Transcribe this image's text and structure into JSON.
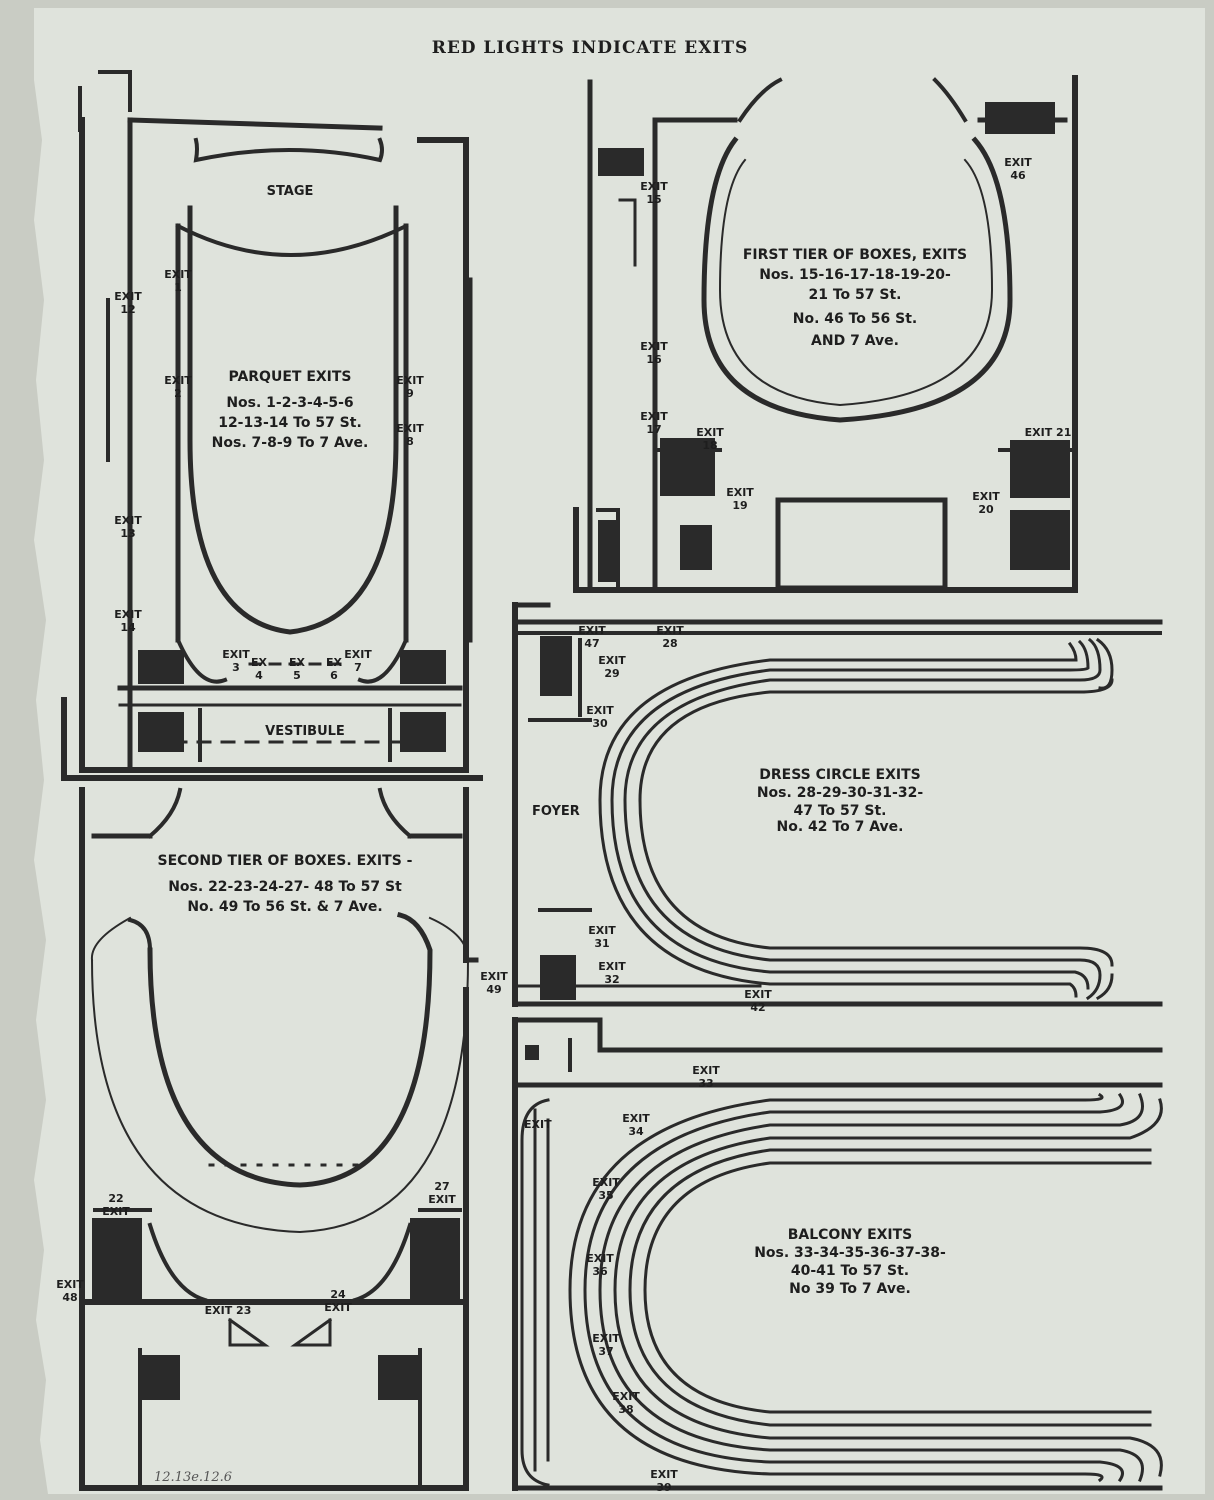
{
  "title": "RED LIGHTS INDICATE EXITS",
  "archive_note": "12.13e.12.6",
  "colors": {
    "paper": "#dfe3dc",
    "ink": "#2a2a2a",
    "background": "#c9ccc4"
  },
  "parquet": {
    "stage": "STAGE",
    "vestibule": "VESTIBULE",
    "heading": "PARQUET EXITS",
    "lines": [
      "Nos. 1-2-3-4-5-6",
      "12-13-14 To 57 St.",
      "Nos. 7-8-9 To 7 Ave."
    ],
    "exits": {
      "e1": "EXIT\n1",
      "e2": "EXIT\n2",
      "e9": "EXIT\n9",
      "e8": "EXIT\n8",
      "e12": "EXIT\n12",
      "e13": "EXIT\n13",
      "e14": "EXIT\n14",
      "e3": "EXIT\n3",
      "e4": "EX\n4",
      "e5": "EX\n5",
      "e6": "EX\n6",
      "e7": "EXIT\n7"
    }
  },
  "first_tier": {
    "heading": "FIRST TIER OF BOXES, EXITS",
    "lines": [
      "Nos. 15-16-17-18-19-20-",
      "21 To 57 St.",
      "No. 46 To 56 St.",
      "AND 7 Ave."
    ],
    "exits": {
      "e15": "EXIT\n15",
      "e16": "EXIT\n16",
      "e17": "EXIT\n17",
      "e18": "EXIT\n18",
      "e19": "EXIT\n19",
      "e20": "EXIT\n20",
      "e21": "EXIT 21",
      "e46": "EXIT\n46"
    }
  },
  "dress_circle": {
    "foyer": "FOYER",
    "heading": "DRESS CIRCLE EXITS",
    "lines": [
      "Nos. 28-29-30-31-32-",
      "47 To 57 St.",
      "No. 42 To 7 Ave."
    ],
    "exits": {
      "e47": "EXIT\n47",
      "e28": "EXIT\n28",
      "e29": "EXIT\n29",
      "e30": "EXIT\n30",
      "e31": "EXIT\n31",
      "e32": "EXIT\n32",
      "e42": "EXIT\n42"
    }
  },
  "second_tier": {
    "heading": "SECOND TIER OF BOXES. EXITS -",
    "lines": [
      "Nos. 22-23-24-27- 48 To 57 St",
      "No. 49 To 56 St. & 7 Ave."
    ],
    "exits": {
      "e49": "EXIT\n49",
      "e22": "22\nEXIT",
      "e27": "27\nEXIT",
      "e48": "EXIT\n48",
      "e23": "EXIT 23",
      "e24": "24\nEXIT"
    }
  },
  "balcony": {
    "heading": "BALCONY EXITS",
    "lines": [
      "Nos. 33-34-35-36-37-38-",
      "40-41 To 57 St.",
      "No 39 To 7 Ave."
    ],
    "exits": {
      "e33": "EXIT\n33",
      "e_left": "EXIT",
      "e34": "EXIT\n34",
      "e35": "EXIT\n35",
      "e36": "EXIT\n36",
      "e37": "EXIT\n37",
      "e38": "EXIT\n38",
      "e39": "EXIT\n39"
    }
  }
}
